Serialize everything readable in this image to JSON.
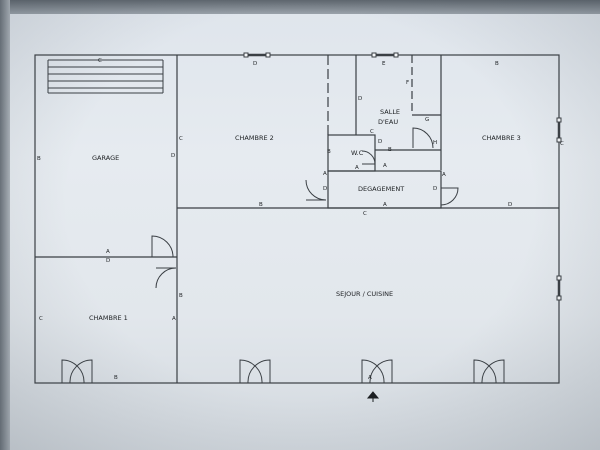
{
  "rooms": {
    "garage": "GARAGE",
    "chambre2": "CHAMBRE 2",
    "salle_line1": "SALLE",
    "salle_line2": "D'EAU",
    "chambre3": "CHAMBRE 3",
    "wc": "W.C",
    "degagement": "DEGAGEMENT",
    "sejour": "SEJOUR / CUISINE",
    "chambre1": "CHAMBRE 1"
  },
  "wall_codes": [
    "C",
    "D",
    "E",
    "B",
    "B",
    "C",
    "D",
    "C",
    "D",
    "F",
    "G",
    "C",
    "B",
    "D",
    "B",
    "H",
    "A",
    "A",
    "A",
    "A",
    "D",
    "D",
    "B",
    "C",
    "A",
    "D",
    "A",
    "D",
    "C",
    "A",
    "B",
    "B",
    "A"
  ],
  "colors": {
    "screen": "#e2e7ec",
    "lines": "#3a3f44"
  },
  "entrance_icon": "arrow-up-icon"
}
